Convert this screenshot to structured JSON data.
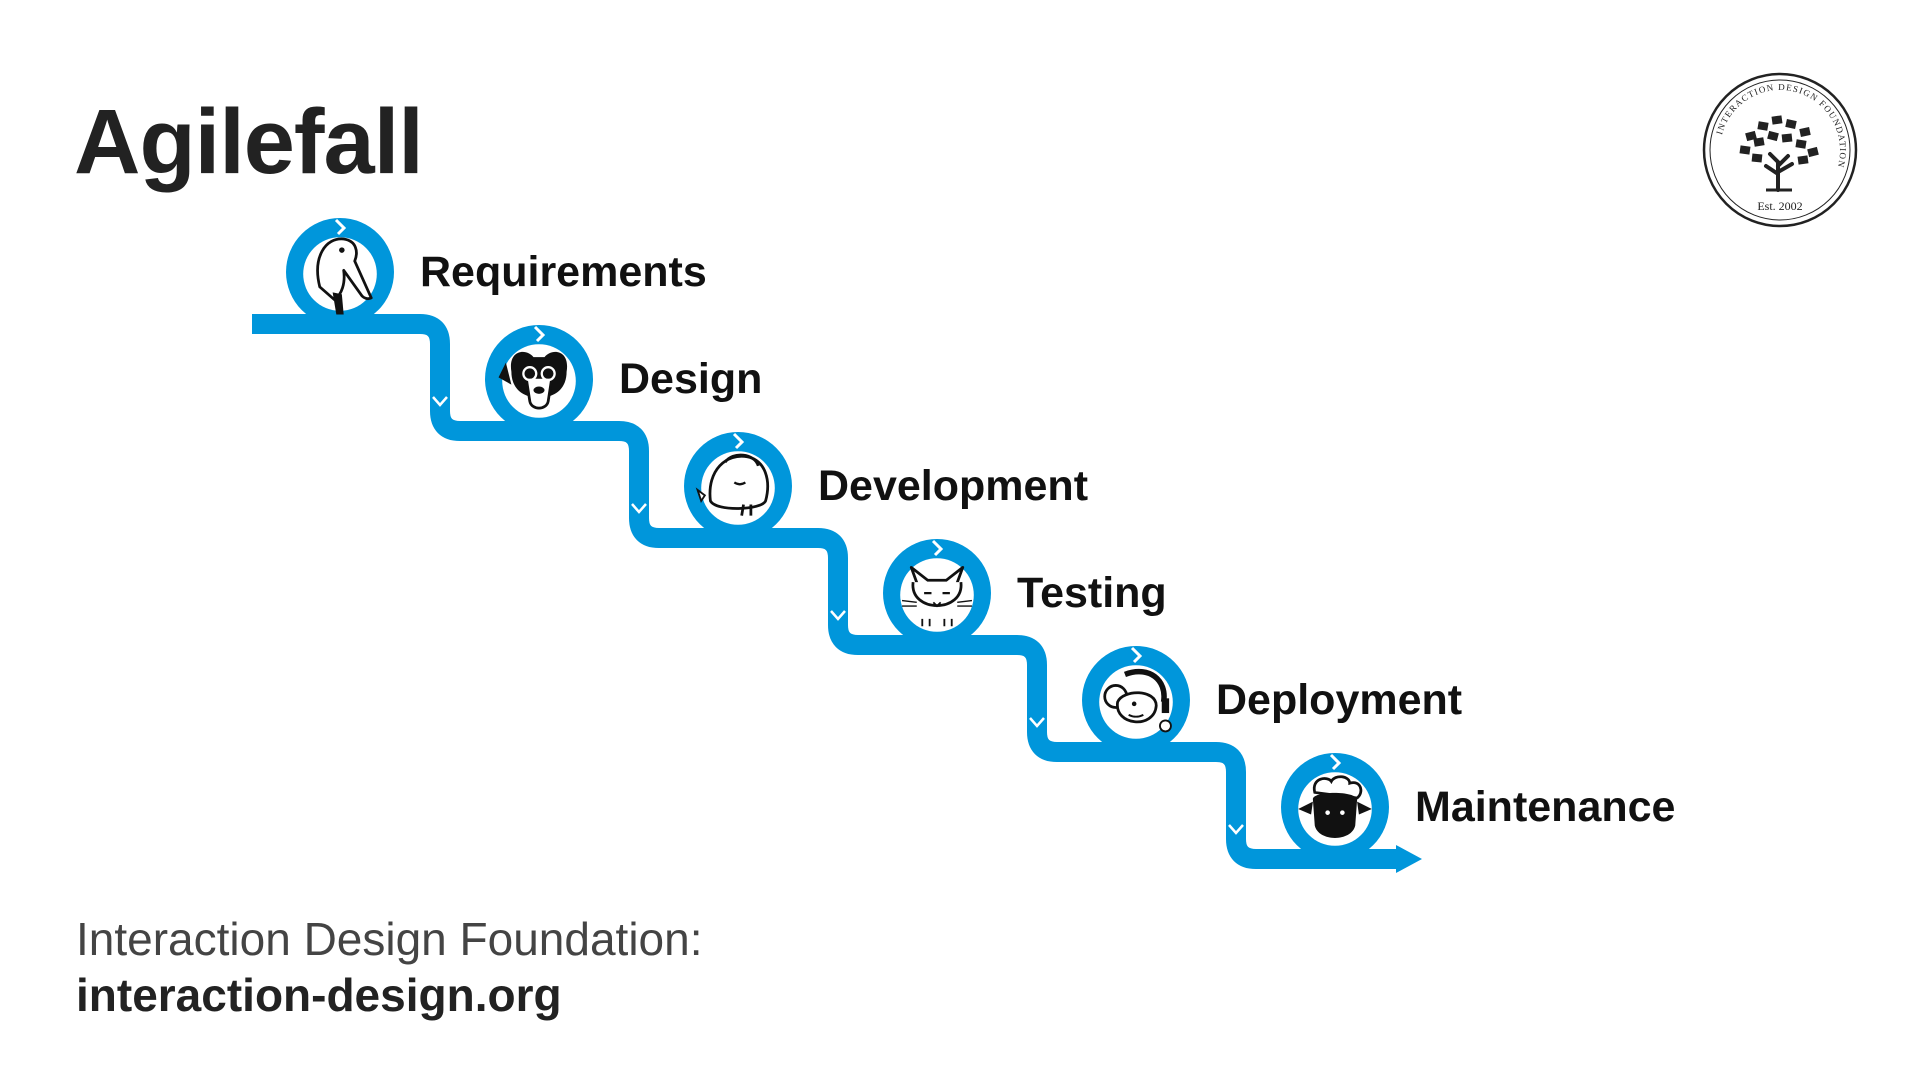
{
  "title": "Agilefall",
  "logo": {
    "ring_text": "INTERACTION DESIGN FOUNDATION",
    "est": "Est. 2002",
    "icon": "tree-icon"
  },
  "accent_color": "#0096DB",
  "steps": [
    {
      "label": "Requirements",
      "icon": "pelican-icon"
    },
    {
      "label": "Design",
      "icon": "dog-icon"
    },
    {
      "label": "Development",
      "icon": "walrus-icon"
    },
    {
      "label": "Testing",
      "icon": "cat-icon"
    },
    {
      "label": "Deployment",
      "icon": "monkey-icon"
    },
    {
      "label": "Maintenance",
      "icon": "sheep-icon"
    }
  ],
  "footer": {
    "org": "Interaction Design Foundation:",
    "url": "interaction-design.org"
  }
}
